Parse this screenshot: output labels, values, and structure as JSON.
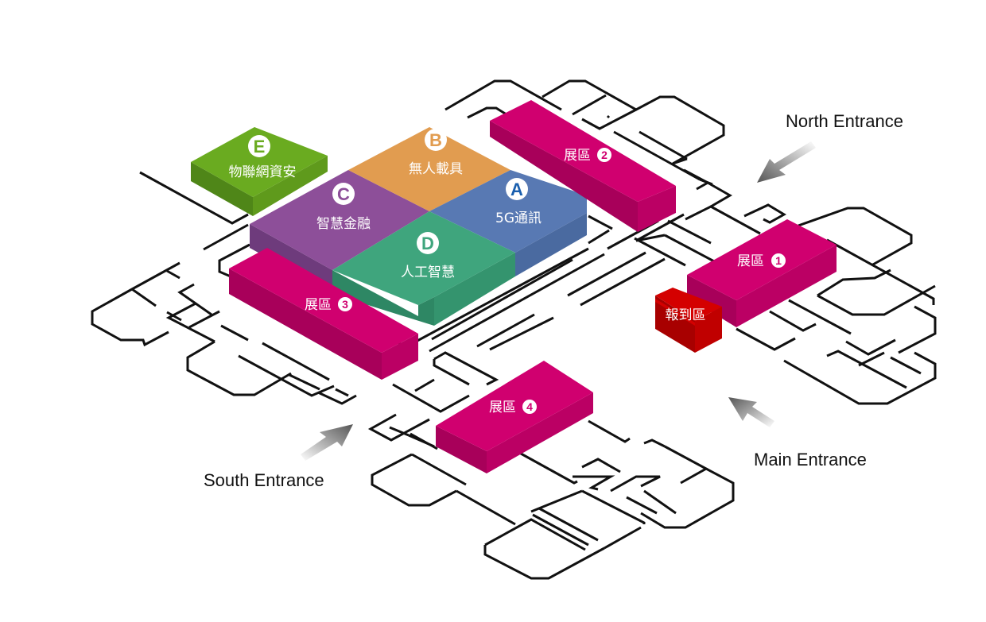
{
  "map": {
    "theme_zones": [
      {
        "id": "E",
        "letter": "E",
        "name": "物聯網資安",
        "color": "#6aa820",
        "side": "#55891a",
        "front": "#4a7a14",
        "letter_color": "#6aa820"
      },
      {
        "id": "B",
        "letter": "B",
        "name": "無人載具",
        "color": "#e19c50",
        "letter_color": "#e19c50"
      },
      {
        "id": "C",
        "letter": "C",
        "name": "智慧金融",
        "color": "#8a4f96",
        "side": "#6f3d7b",
        "letter_color": "#8a4f96"
      },
      {
        "id": "A",
        "letter": "A",
        "name": "5G通訊",
        "color": "#5879b3",
        "side": "#4a6aa0",
        "letter_color": "#1a5fae"
      },
      {
        "id": "D",
        "letter": "D",
        "name": "人工智慧",
        "color": "#3fa57d",
        "side": "#318a66",
        "letter_color": "#3fa57d"
      }
    ],
    "exhibit_halls": [
      {
        "id": "hall-1",
        "label": "展區",
        "number": "1",
        "color": "#d0006f"
      },
      {
        "id": "hall-2",
        "label": "展區",
        "number": "2",
        "color": "#d0006f"
      },
      {
        "id": "hall-3",
        "label": "展區",
        "number": "3",
        "color": "#d0006f"
      },
      {
        "id": "hall-4",
        "label": "展區",
        "number": "4",
        "color": "#d0006f"
      }
    ],
    "registration": {
      "label": "報到區",
      "color": "#d40000"
    },
    "entrances": [
      {
        "id": "north",
        "label": "North Entrance"
      },
      {
        "id": "main",
        "label": "Main Entrance"
      },
      {
        "id": "south",
        "label": "South Entrance"
      }
    ],
    "colors": {
      "hall_top": "#d0006f",
      "hall_left": "#a8005a",
      "hall_right": "#bb0064",
      "reg_top": "#d40000",
      "reg_left": "#a80000",
      "reg_right": "#c00000",
      "outline": "#111111",
      "arrow": "#666666"
    }
  }
}
